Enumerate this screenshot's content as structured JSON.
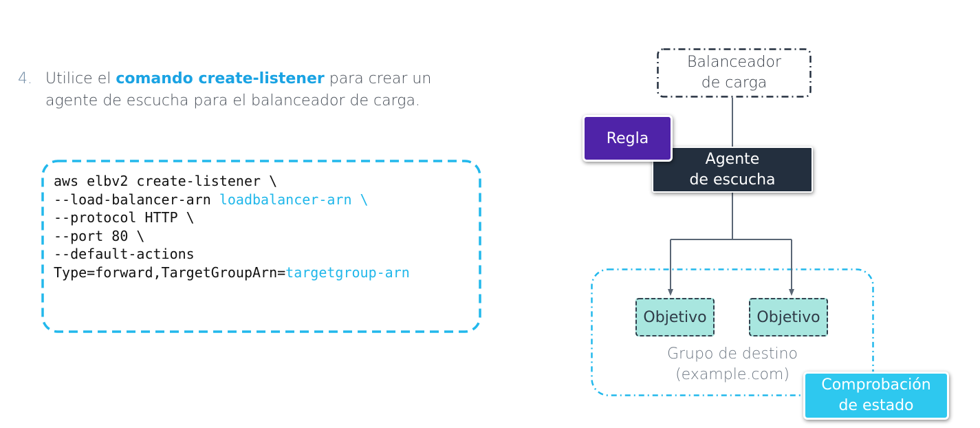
{
  "step": {
    "number": "4.",
    "text_before": "Utilice el ",
    "highlight": "comando create-listener",
    "text_after": " para crear un agente de escucha para el balanceador de carga."
  },
  "code": {
    "line1": "aws elbv2 create-listener \\",
    "line2_prefix": "--load-balancer-arn ",
    "line2_highlight": "loadbalancer-arn \\",
    "line3": "--protocol HTTP \\",
    "line4": "--port 80 \\",
    "line5": "--default-actions",
    "line6_prefix": "Type=forward,TargetGroupArn=",
    "line6_highlight": "targetgroup-arn"
  },
  "diagram": {
    "load_balancer": "Balanceador\nde carga",
    "rule": "Regla",
    "listener": "Agente\nde escucha",
    "target_1": "Objetivo",
    "target_2": "Objetivo",
    "target_group": "Grupo de destino\n(example.com)",
    "health_check": "Comprobación\nde estado"
  },
  "colors": {
    "accent_text": "#1aa3e3",
    "code_highlight": "#20b7ea",
    "code_border": "#22b8ec",
    "rule_fill": "#4f23a8",
    "listener_fill": "#232f3e",
    "target_fill": "#a8e6df",
    "health_fill": "#2ec8ef",
    "connector": "#5a6675"
  }
}
